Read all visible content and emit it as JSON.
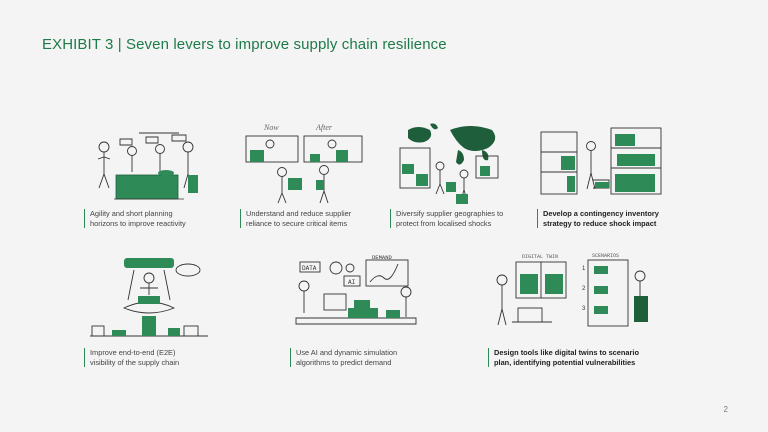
{
  "title": "EXHIBIT 3 | Seven levers to improve supply chain resilience",
  "page_number": "2",
  "colors": {
    "accent": "#1f7a4a",
    "fill": "#2e8b57",
    "background": "#f3f4f3"
  },
  "levers": [
    {
      "line1": "Agility and short planning",
      "line2": "horizons to improve reactivity",
      "emphasis": false,
      "illustration": "team-meeting-table"
    },
    {
      "line1": "Understand and reduce supplier",
      "line2": "reliance to secure critical items",
      "emphasis": false,
      "illustration": "suppliers-now-and-after"
    },
    {
      "line1": "Diversify supplier geographies to",
      "line2": "protect from localised shocks",
      "emphasis": false,
      "illustration": "world-map-shelves"
    },
    {
      "line1": "Develop a contingency inventory",
      "line2": "strategy to reduce shock impact",
      "emphasis": true,
      "illustration": "warehouse-shelves"
    },
    {
      "line1": "Improve end-to-end (E2E)",
      "line2": "visibility of the supply chain",
      "emphasis": false,
      "illustration": "control-tower"
    },
    {
      "line1": "Use AI and dynamic simulation",
      "line2": "algorithms to predict demand",
      "emphasis": false,
      "illustration": "data-ai-demand"
    },
    {
      "line1": "Design tools like digital twins to scenario",
      "line2": "plan, identifying potential vulnerabilities",
      "emphasis": true,
      "illustration": "digital-twin"
    }
  ],
  "sketch_text": {
    "now": "Now",
    "after": "After",
    "data": "DATA",
    "ai": "AI",
    "demand": "DEMAND",
    "digital_twin": "DIGITAL TWIN",
    "scenarios": "SCENARIOS",
    "n1": "1",
    "n2": "2",
    "n3": "3"
  }
}
